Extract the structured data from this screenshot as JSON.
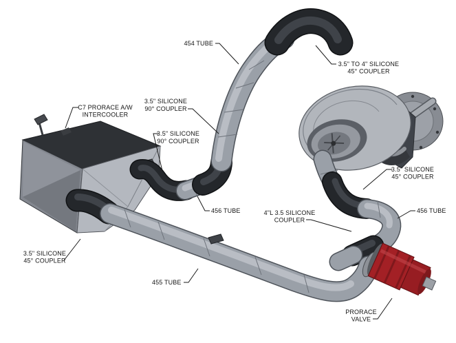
{
  "diagram_type": "exploded parts callout diagram (turbocharger charge piping kit)",
  "background_color": "#ffffff",
  "text_color": "#141414",
  "colors": {
    "tube_gray": "#9aa0a8",
    "tube_highlight": "#c3c7cd",
    "coupler_black": "#24272b",
    "intercooler_top": "#2e3135",
    "intercooler_left_face": "#83878f",
    "intercooler_right_face": "#b4b8bf",
    "turbo_housing": "#b2b6bc",
    "bracket_dark": "#3f434a",
    "bracket_blue": "#47679f",
    "valve_red": "#a32025",
    "valve_red_dark": "#7e181c"
  },
  "callouts": [
    {
      "id": "tube-454",
      "line1": "454 TUBE",
      "line2": ""
    },
    {
      "id": "coupler-35-to-4-45",
      "line1": "3.5\" TO 4\" SILICONE",
      "line2": "45° COUPLER"
    },
    {
      "id": "coupler-35-90-upper",
      "line1": "3.5\" SILICONE",
      "line2": "90° COUPLER"
    },
    {
      "id": "coupler-35-90-lower",
      "line1": "3.5\" SILICONE",
      "line2": "90° COUPLER"
    },
    {
      "id": "intercooler",
      "line1": "C7 PRORACE A/W",
      "line2": "INTERCOOLER"
    },
    {
      "id": "coupler-35-45-turbo",
      "line1": "3.5\" SILICONE",
      "line2": "45° COUPLER"
    },
    {
      "id": "tube-456-right",
      "line1": "456 TUBE",
      "line2": ""
    },
    {
      "id": "coupler-4l-35",
      "line1": "4\"L 3.5 SILICONE",
      "line2": "COUPLER"
    },
    {
      "id": "tube-456-mid",
      "line1": "456 TUBE",
      "line2": ""
    },
    {
      "id": "tube-455",
      "line1": "455 TUBE",
      "line2": ""
    },
    {
      "id": "coupler-35-45-ic",
      "line1": "3.5\" SILICONE",
      "line2": "45° COUPLER"
    },
    {
      "id": "valve",
      "line1": "PRORACE",
      "line2": "VALVE"
    }
  ]
}
